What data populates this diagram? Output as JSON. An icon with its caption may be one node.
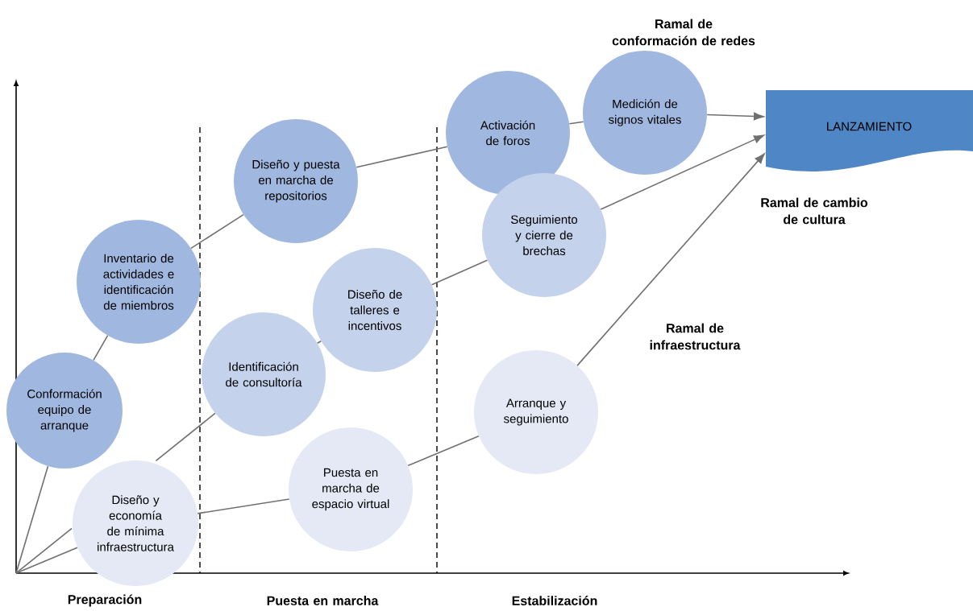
{
  "diagram": {
    "nodes": [
      {
        "text": [
          "Conformación equipo de arranque"
        ]
      },
      {
        "text": [
          "Inventario de actividades e identificación de miembros"
        ]
      },
      {
        "text": [
          "Diseño y puesta en marcha de repositorios"
        ]
      },
      {
        "text": [
          "Activación de foros"
        ]
      },
      {
        "text": [
          "Medición de signos vitales"
        ]
      },
      {
        "text": [
          "LANZAMIENTO"
        ]
      },
      {
        "text": [
          "Identificación de consultoría"
        ]
      },
      {
        "text": [
          "Diseño de talleres e incentivos"
        ]
      },
      {
        "text": [
          "Seguimiento y cierre de brechas"
        ]
      },
      {
        "text": [
          "Diseño y economía de mínima infraestructura"
        ]
      },
      {
        "text": [
          "Puesta en marcha de espacio virtual"
        ]
      },
      {
        "text": [
          "Arranque y seguimiento"
        ]
      }
    ],
    "edges": [
      {
        "from": null,
        "to": 0,
        "arrow": "none"
      },
      {
        "from": 0,
        "to": 1,
        "arrow": "none"
      },
      {
        "from": 1,
        "to": 2,
        "arrow": "none"
      },
      {
        "from": 2,
        "to": 3,
        "arrow": "none"
      },
      {
        "from": 3,
        "to": 4,
        "arrow": "none"
      },
      {
        "from": 4,
        "to": 5,
        "arrow": "to"
      },
      {
        "from": null,
        "to": 6,
        "arrow": "none"
      },
      {
        "from": 6,
        "to": 7,
        "arrow": "none"
      },
      {
        "from": 7,
        "to": 8,
        "arrow": "none"
      },
      {
        "from": 8,
        "to": 5,
        "arrow": "to"
      },
      {
        "from": null,
        "to": 9,
        "arrow": "none"
      },
      {
        "from": 9,
        "to": 10,
        "arrow": "none"
      },
      {
        "from": 10,
        "to": 11,
        "arrow": "none"
      },
      {
        "from": 11,
        "to": 5,
        "arrow": "to"
      }
    ],
    "labels": [
      "Ramal de conformación de redes",
      "Ramal de cambio de cultura",
      "Ramal de infraestructura",
      "Preparación",
      "Puesta en marcha",
      "Estabilización"
    ]
  }
}
